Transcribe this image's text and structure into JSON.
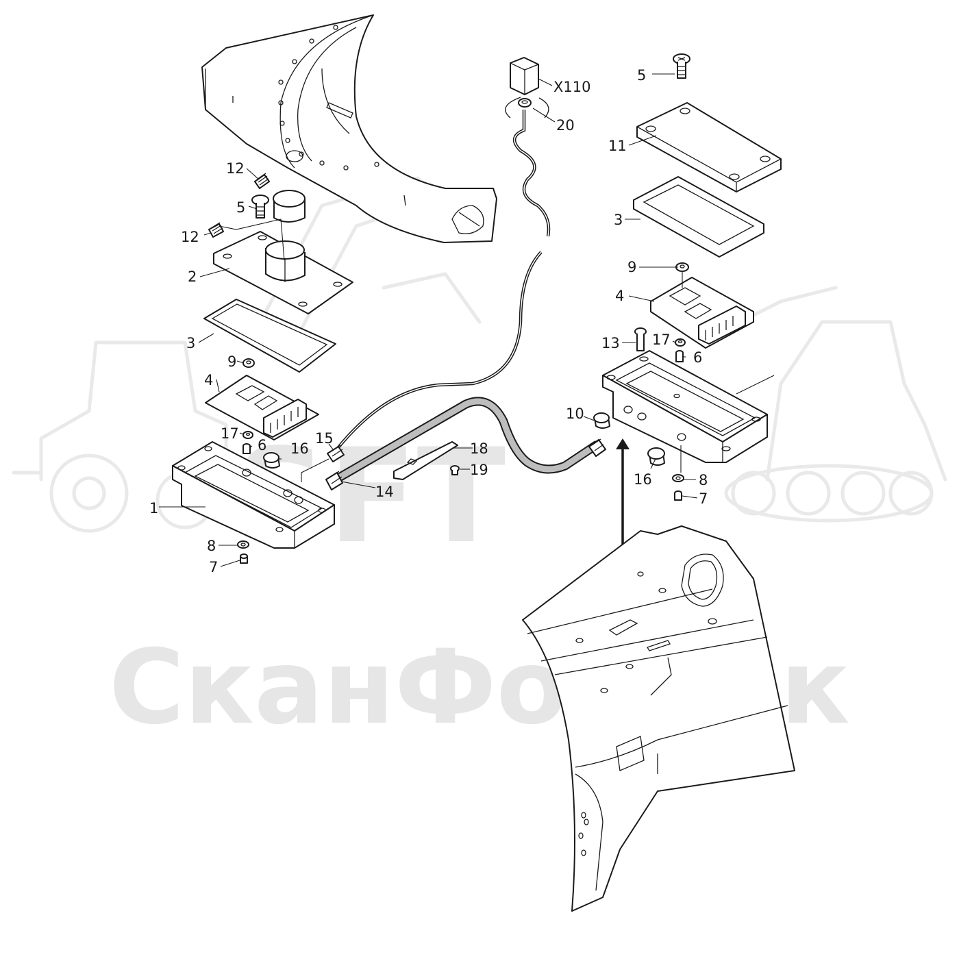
{
  "watermark": {
    "logo_text": "SFT",
    "company_text": "СканФорТек"
  },
  "callouts": [
    {
      "id": "c-x110",
      "text": "X110"
    },
    {
      "id": "c-20",
      "text": "20"
    },
    {
      "id": "c-5a",
      "text": "5"
    },
    {
      "id": "c-12a",
      "text": "12"
    },
    {
      "id": "c-5b",
      "text": "5"
    },
    {
      "id": "c-12b",
      "text": "12"
    },
    {
      "id": "c-2",
      "text": "2"
    },
    {
      "id": "c-3a",
      "text": "3"
    },
    {
      "id": "c-9a",
      "text": "9"
    },
    {
      "id": "c-4a",
      "text": "4"
    },
    {
      "id": "c-17a",
      "text": "17"
    },
    {
      "id": "c-6a",
      "text": "6"
    },
    {
      "id": "c-16a",
      "text": "16"
    },
    {
      "id": "c-15",
      "text": "15"
    },
    {
      "id": "c-1",
      "text": "1"
    },
    {
      "id": "c-8a",
      "text": "8"
    },
    {
      "id": "c-7a",
      "text": "7"
    },
    {
      "id": "c-14",
      "text": "14"
    },
    {
      "id": "c-18",
      "text": "18"
    },
    {
      "id": "c-19",
      "text": "19"
    },
    {
      "id": "c-10",
      "text": "10"
    },
    {
      "id": "c-11",
      "text": "11"
    },
    {
      "id": "c-3b",
      "text": "3"
    },
    {
      "id": "c-9b",
      "text": "9"
    },
    {
      "id": "c-4b",
      "text": "4"
    },
    {
      "id": "c-13",
      "text": "13"
    },
    {
      "id": "c-17b",
      "text": "17"
    },
    {
      "id": "c-6b",
      "text": "6"
    },
    {
      "id": "c-16b",
      "text": "16"
    },
    {
      "id": "c-8b",
      "text": "8"
    },
    {
      "id": "c-7b",
      "text": "7"
    }
  ]
}
